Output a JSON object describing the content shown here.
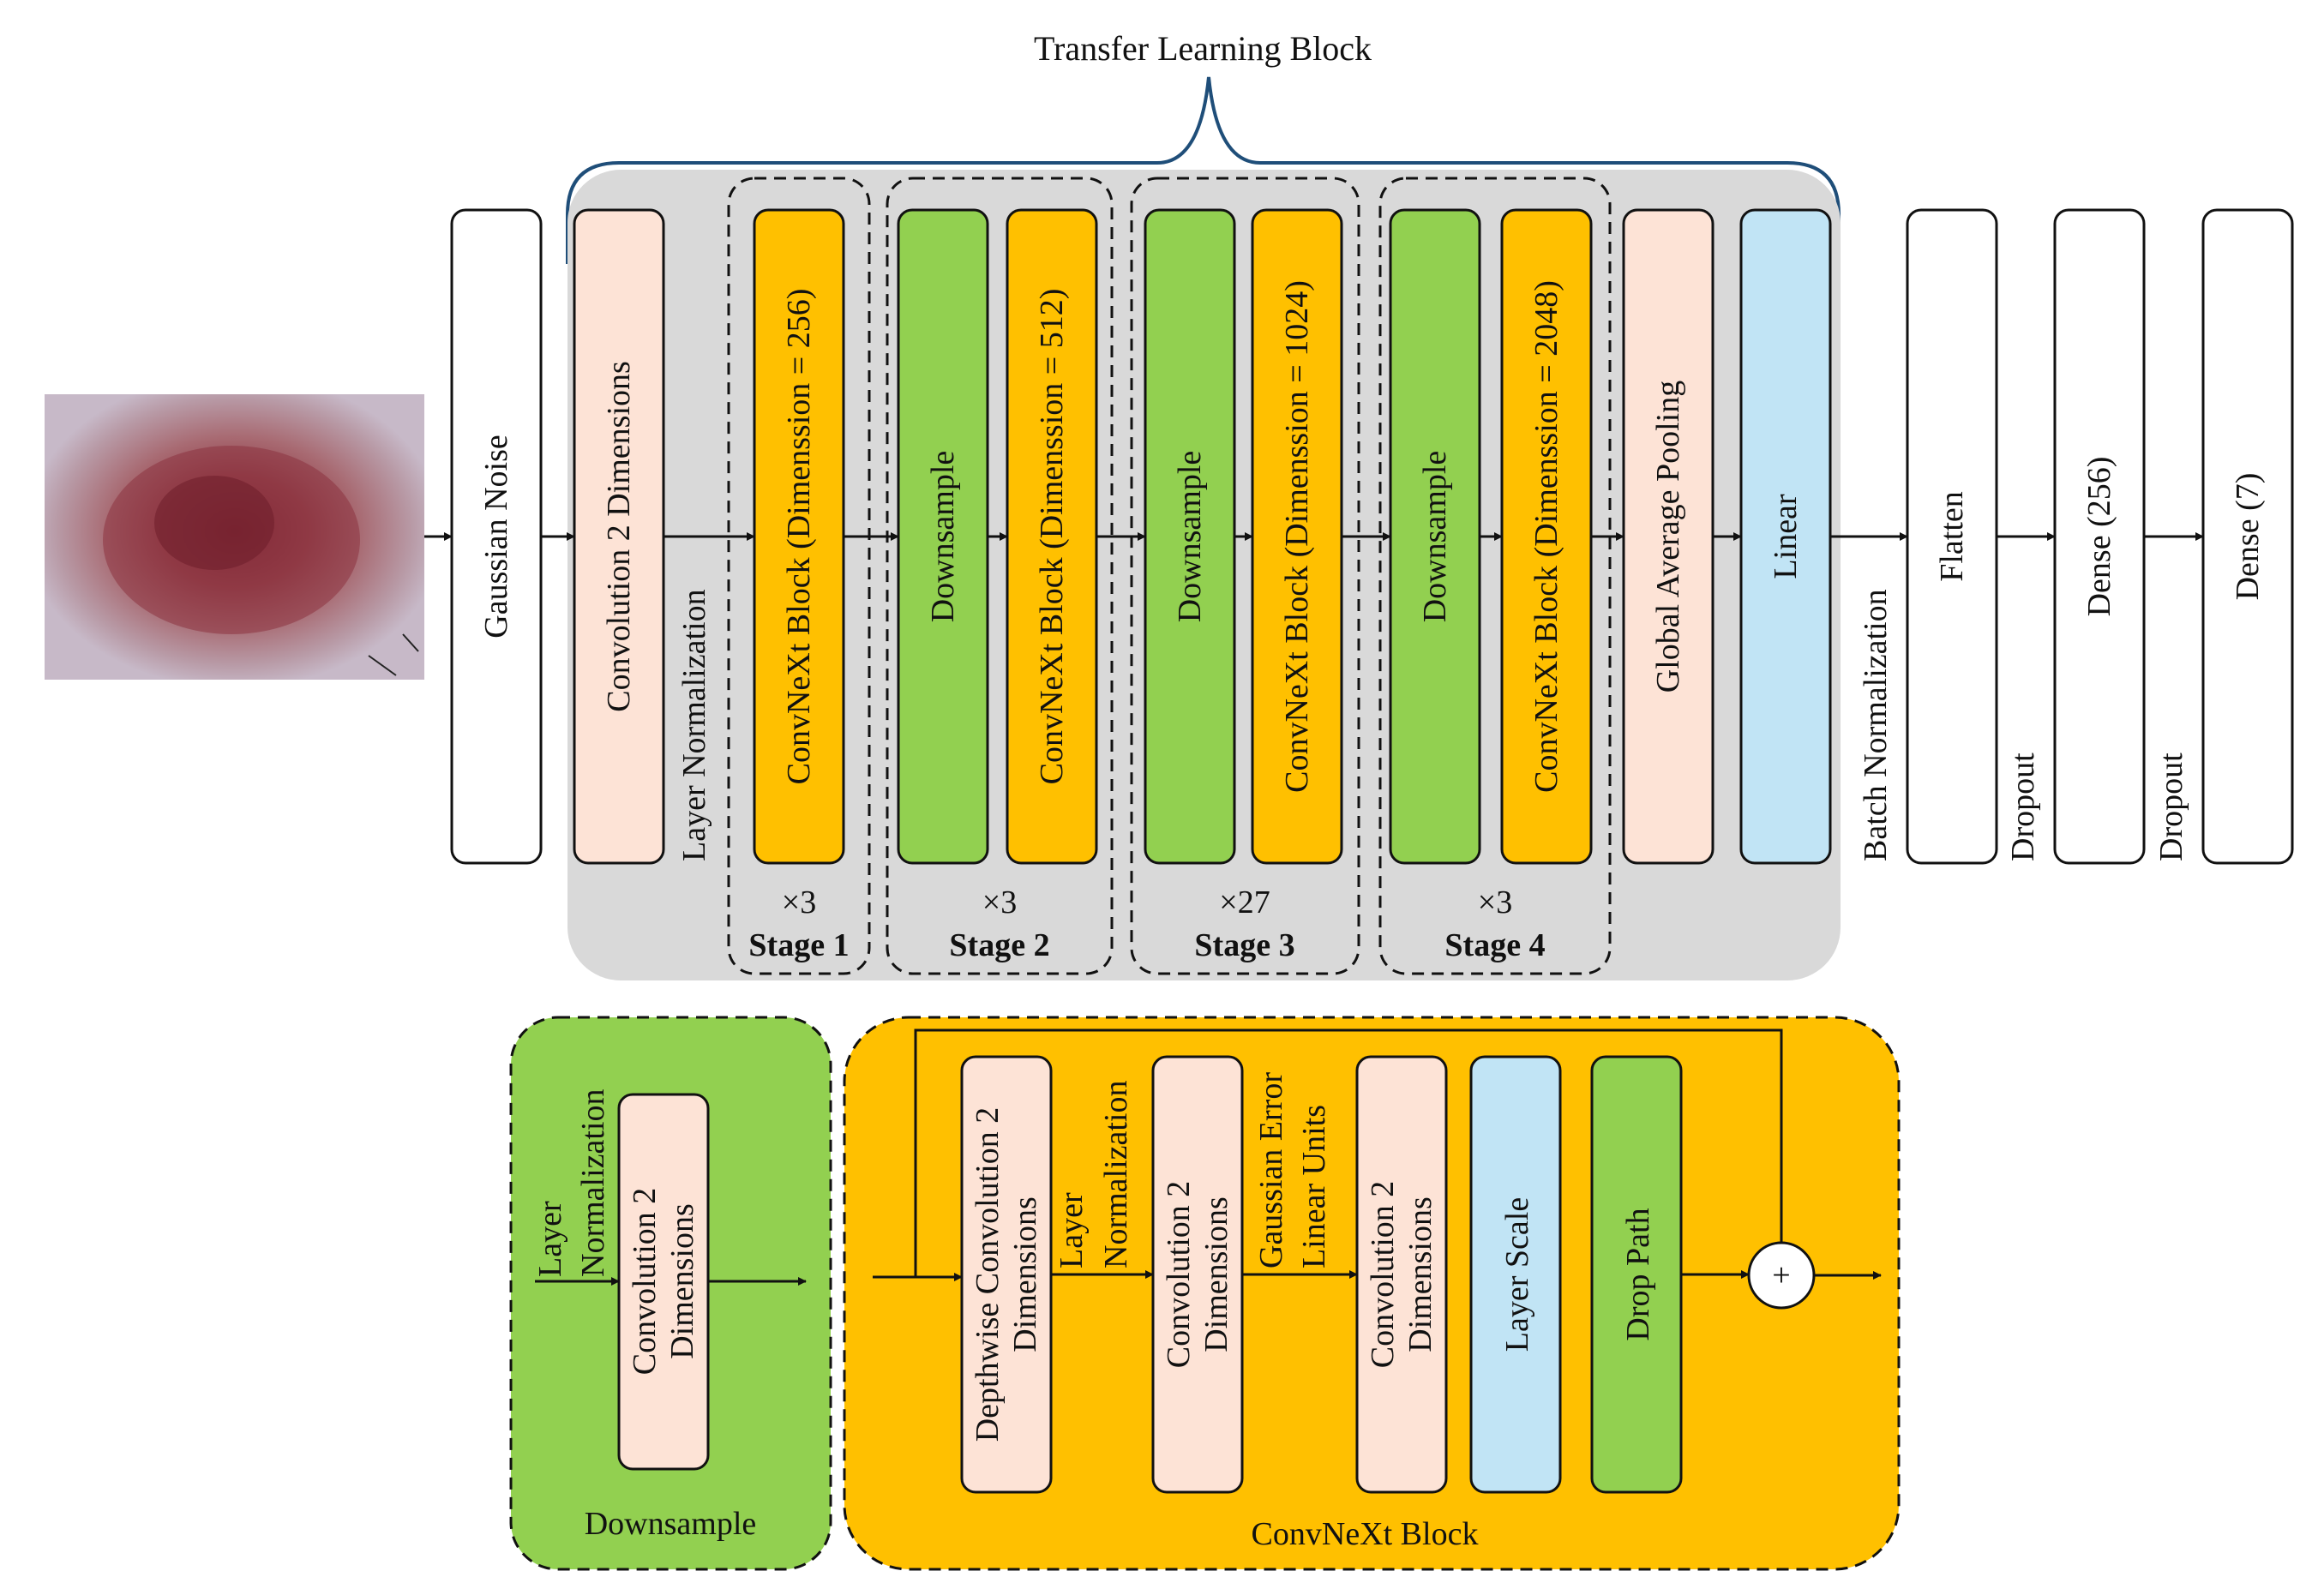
{
  "title": "Transfer Learning Block",
  "input_image": "dermoscopy-lesion-image",
  "pipeline": {
    "gaussian_noise": "Gaussian Noise",
    "conv2d": "Convolution 2 Dimensions",
    "layer_norm": "Layer Normalization",
    "global_avg_pool": "Global Average Pooling",
    "linear": "Linear",
    "batch_norm": "Batch Normalization",
    "flatten": "Flatten",
    "dropout_1": "Dropout",
    "dense_256": "Dense (256)",
    "dropout_2": "Dropout",
    "dense_7": "Dense (7)"
  },
  "stages": [
    {
      "label": "Stage 1",
      "repeat": "×3",
      "block": "ConvNeXt Block (Dimenssion = 256)"
    },
    {
      "label": "Stage 2",
      "repeat": "×3",
      "downsample": "Downsample",
      "block": "ConvNeXt Block (Dimenssion = 512)"
    },
    {
      "label": "Stage 3",
      "repeat": "×27",
      "downsample": "Downsample",
      "block": "ConvNeXt Block (Dimenssion = 1024)"
    },
    {
      "label": "Stage 4",
      "repeat": "×3",
      "downsample": "Downsample",
      "block": "ConvNeXt Block (Dimenssion = 2048)"
    }
  ],
  "downsample_detail": {
    "caption": "Downsample",
    "norm_line1": "Layer",
    "norm_line2": "Normalization",
    "conv_line1": "Convolution 2",
    "conv_line2": "Dimensions"
  },
  "convnext_detail": {
    "caption": "ConvNeXt Block",
    "dwconv_line1": "Depthwise Convolution 2",
    "dwconv_line2": "Dimensions",
    "norm_line1": "Layer",
    "norm_line2": "Normalization",
    "conv1_line1": "Convolution 2",
    "conv1_line2": "Dimensions",
    "gelu_line1": "Gaussian Error",
    "gelu_line2": "Linear Units",
    "conv2_line1": "Convolution 2",
    "conv2_line2": "Dimensions",
    "layer_scale": "Layer Scale",
    "drop_path": "Drop Path",
    "add_symbol": "+"
  },
  "colors": {
    "peach": "#fde3d6",
    "orange": "#ffc000",
    "green": "#92d050",
    "blue": "#c1e4f5",
    "gray_panel": "#d9d9d9",
    "brace": "#1f4e79"
  }
}
